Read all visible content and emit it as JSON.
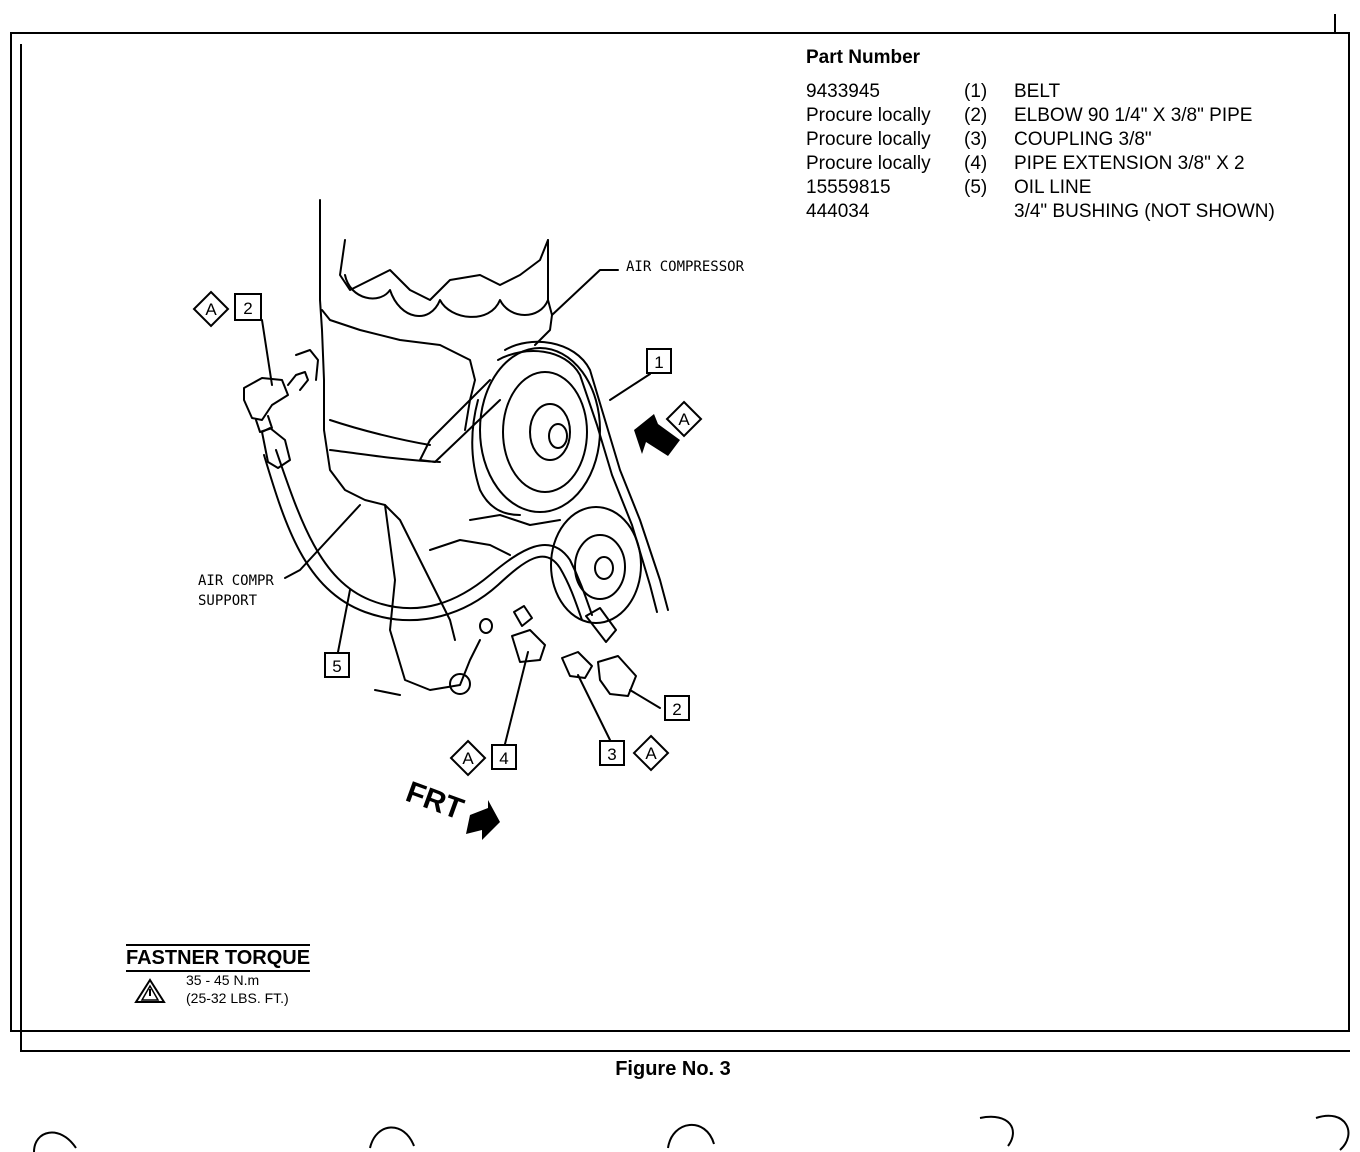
{
  "parts_table": {
    "title": "Part Number",
    "rows": [
      {
        "part_number": "9433945",
        "index": "(1)",
        "description": "BELT"
      },
      {
        "part_number": "Procure locally",
        "index": "(2)",
        "description": "ELBOW 90 1/4\" X 3/8\" PIPE"
      },
      {
        "part_number": "Procure locally",
        "index": "(3)",
        "description": "COUPLING 3/8\""
      },
      {
        "part_number": "Procure locally",
        "index": "(4)",
        "description": "PIPE EXTENSION 3/8\" X 2"
      },
      {
        "part_number": "15559815",
        "index": "(5)",
        "description": "OIL LINE"
      },
      {
        "part_number": "444034",
        "index": "",
        "description": "3/4\" BUSHING (NOT SHOWN)"
      }
    ]
  },
  "diagram": {
    "label_air_compressor": "AIR COMPRESSOR",
    "label_support_line1": "AIR COMPR",
    "label_support_line2": "SUPPORT",
    "label_front": "FRT",
    "torque_letter": "A",
    "callouts": {
      "belt": "1",
      "elbow": "2",
      "coupling": "3",
      "extension": "4",
      "oil_line": "5"
    }
  },
  "torque_box": {
    "title": "FASTNER TORQUE",
    "value_metric": "35 - 45 N.m",
    "value_imperial": "(25-32 LBS. FT.)"
  },
  "caption": "Figure No. 3"
}
